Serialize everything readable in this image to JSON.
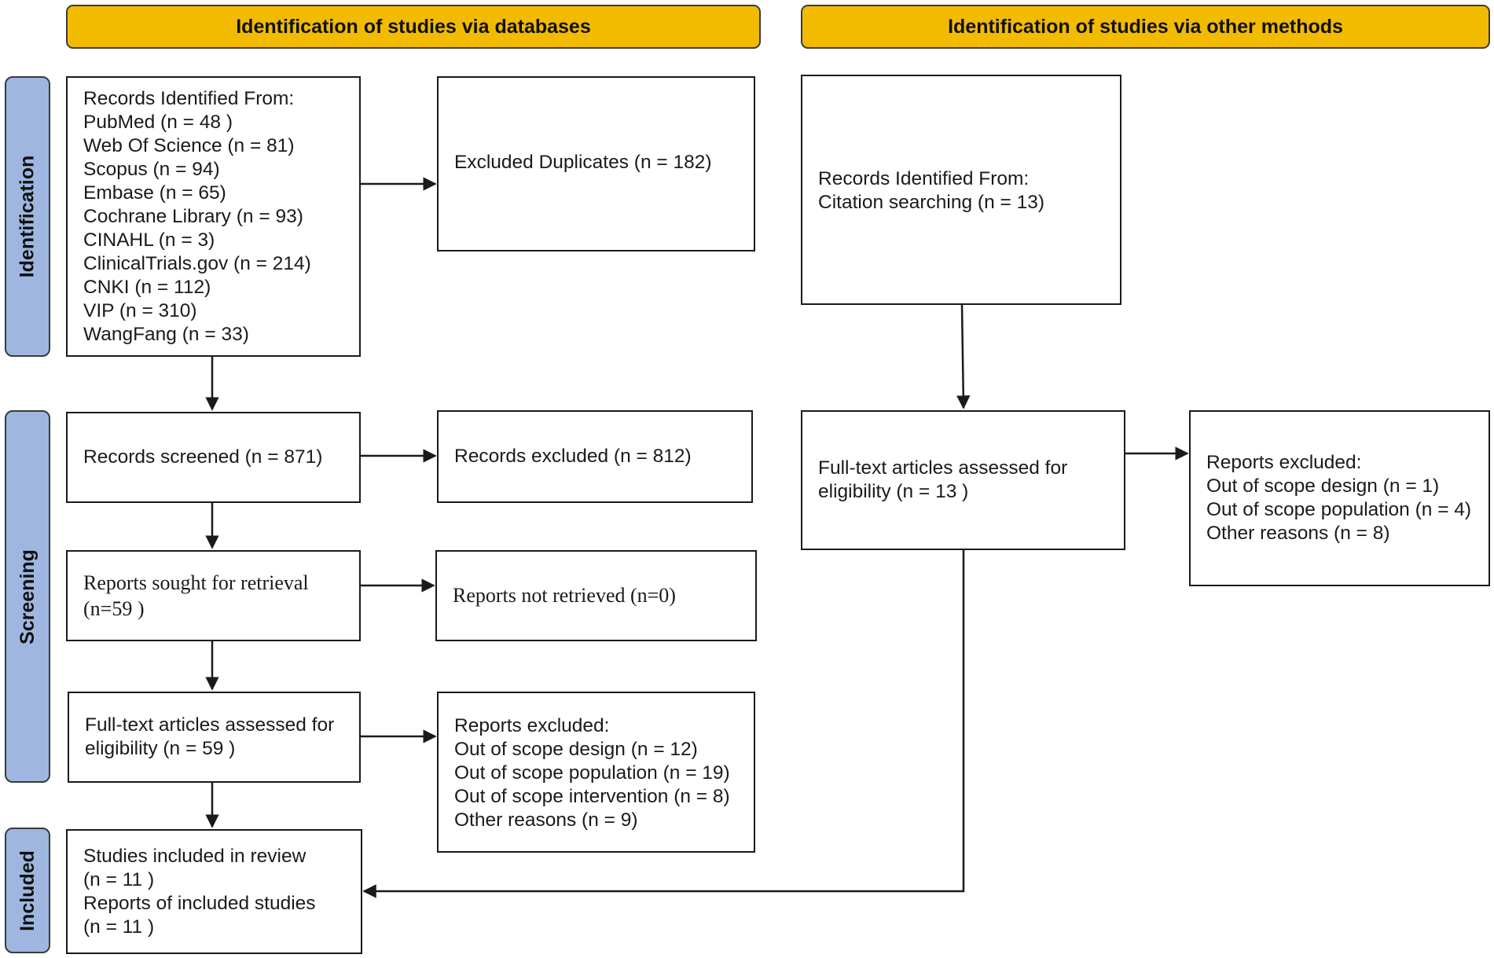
{
  "headers": {
    "databases": "Identification of studies via databases",
    "other_methods": "Identification of studies via other methods"
  },
  "phases": {
    "identification": "Identification",
    "screening": "Screening",
    "included": "Included"
  },
  "databases": {
    "records_identified": {
      "title": "Records Identified From:",
      "sources": [
        "PubMed (n = 48 )",
        "Web Of Science (n = 81)",
        "Scopus (n = 94)",
        "Embase (n = 65)",
        "Cochrane Library (n = 93)",
        "CINAHL (n = 3)",
        "ClinicalTrials.gov (n = 214)",
        "CNKI (n = 112)",
        "VIP (n = 310)",
        "WangFang (n = 33)"
      ]
    },
    "excluded_duplicates": "Excluded Duplicates (n = 182)",
    "records_screened": "Records screened (n = 871)",
    "records_excluded": "Records excluded (n = 812)",
    "reports_sought": [
      "Reports sought for retrieval",
      "(n=59 )"
    ],
    "reports_not_retrieved": "Reports not retrieved (n=0)",
    "fulltext_assessed": [
      "Full-text articles assessed for",
      "eligibility (n = 59 )"
    ],
    "reports_excluded": {
      "title": "Reports excluded:",
      "reasons": [
        "Out of scope design (n = 12)",
        "Out of scope population (n = 19)",
        "Out of scope intervention (n = 8)",
        "Other reasons (n = 9)"
      ]
    },
    "included": [
      "Studies included in review",
      "(n = 11 )",
      "Reports of included studies",
      "(n = 11 )"
    ]
  },
  "other_methods": {
    "records_identified": [
      "Records Identified From:",
      "Citation searching (n = 13)"
    ],
    "fulltext_assessed": [
      "Full-text articles assessed for",
      "eligibility (n = 13 )"
    ],
    "reports_excluded": {
      "title": "Reports excluded:",
      "reasons": [
        "Out of scope design (n = 1)",
        "Out of scope population (n = 4)",
        "Other reasons (n = 8)"
      ]
    }
  }
}
